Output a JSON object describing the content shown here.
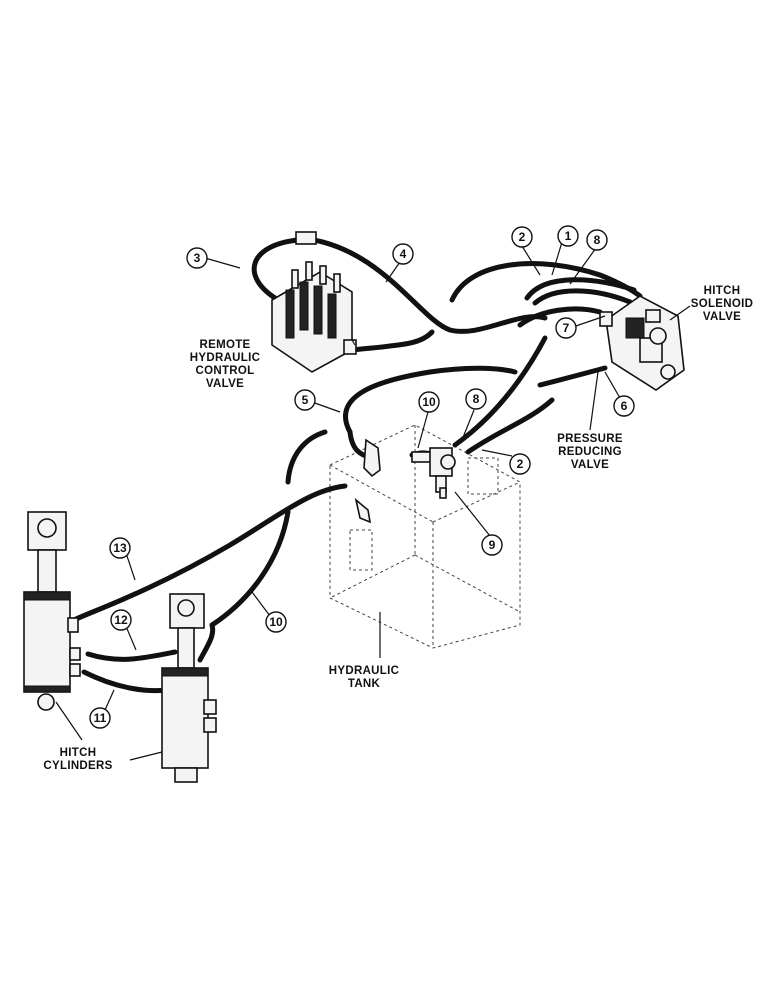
{
  "components": {
    "remote_valve": [
      "REMOTE",
      "HYDRAULIC",
      "CONTROL",
      "VALVE"
    ],
    "solenoid_valve": [
      "HITCH",
      "SOLENOID",
      "VALVE"
    ],
    "pressure_valve": [
      "PRESSURE",
      "REDUCING",
      "VALVE"
    ],
    "tank": [
      "HYDRAULIC",
      "TANK"
    ],
    "cylinders": [
      "HITCH",
      "CYLINDERS"
    ]
  },
  "callouts": [
    "1",
    "2",
    "2",
    "3",
    "4",
    "5",
    "6",
    "7",
    "8",
    "8",
    "9",
    "10",
    "10",
    "11",
    "12",
    "13"
  ]
}
